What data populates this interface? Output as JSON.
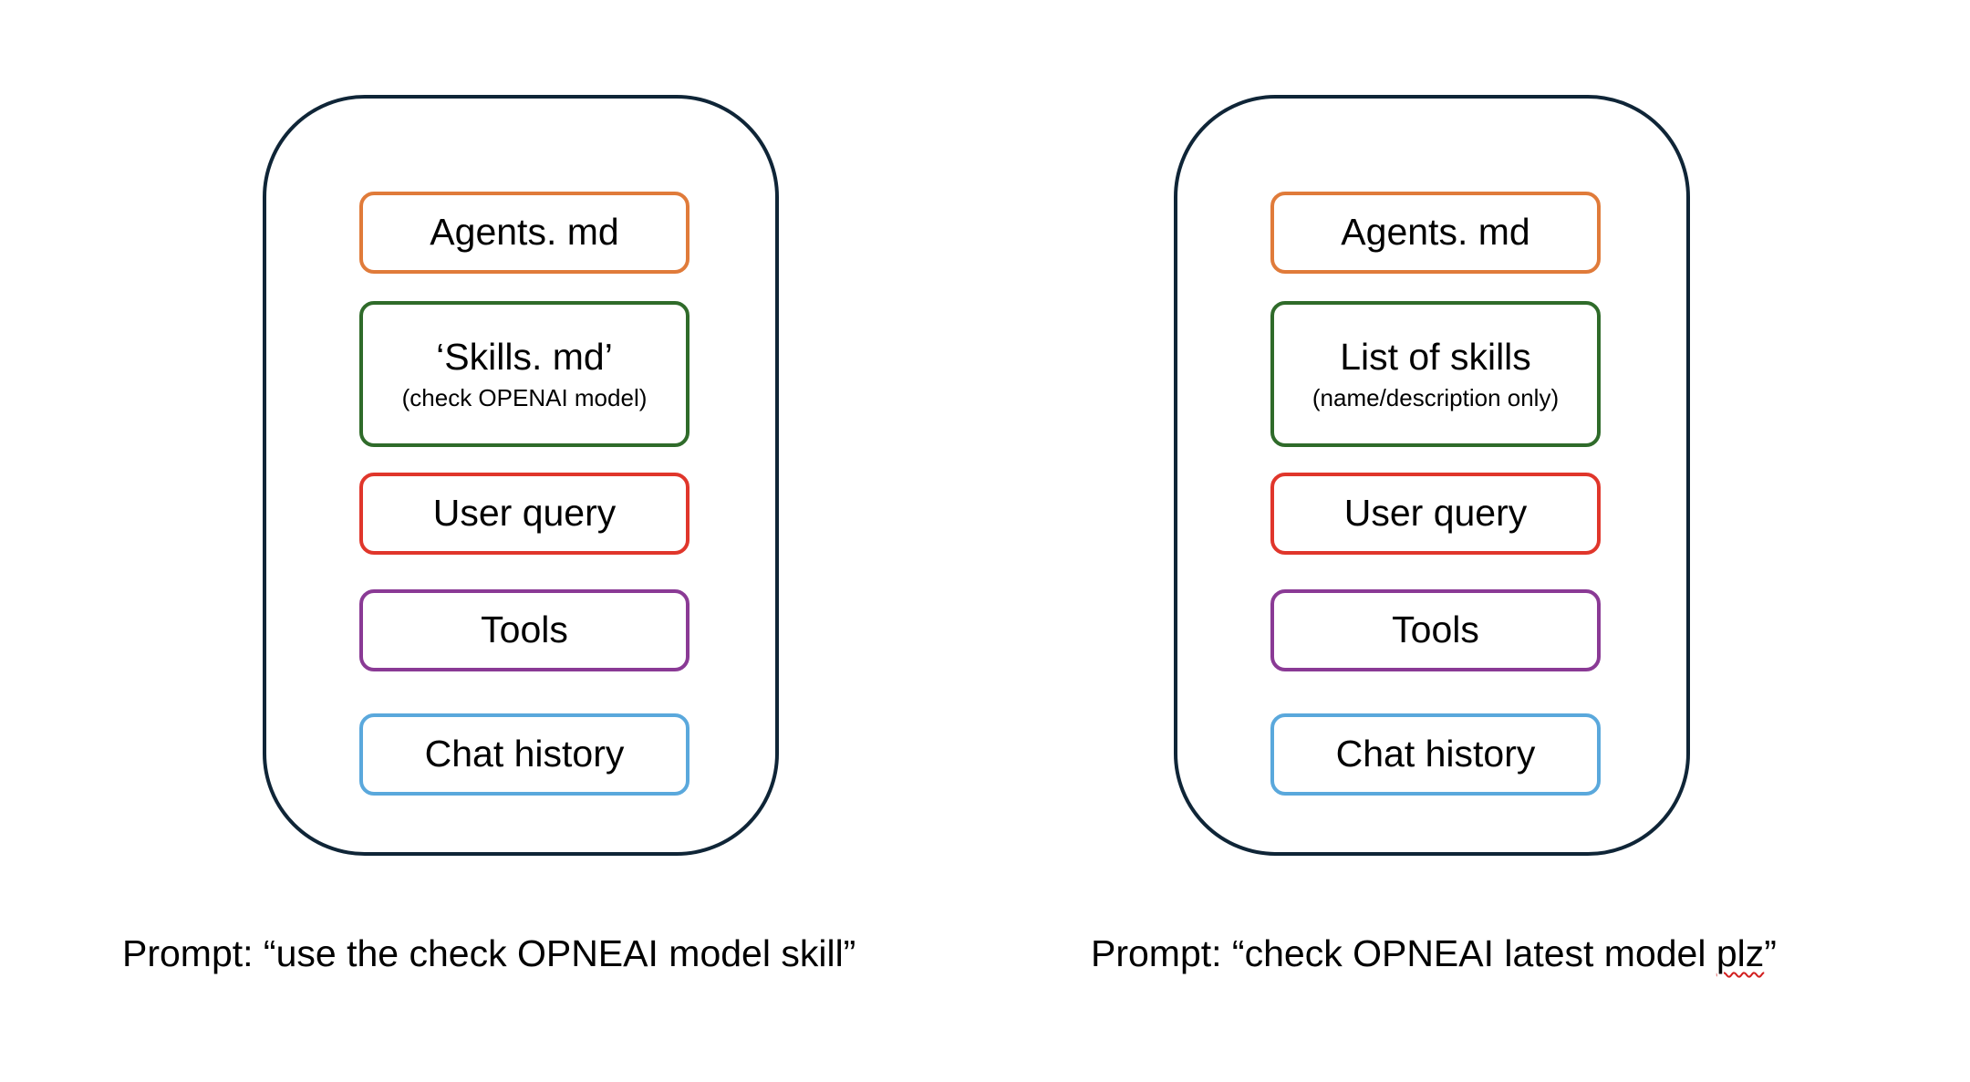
{
  "colors": {
    "panel_border": "#0f2537",
    "agents": "#e07b3a",
    "skills": "#2f6b2a",
    "query": "#e0362b",
    "tools": "#8a3a95",
    "history": "#5aa8dc",
    "spellcheck": "#d21f1f"
  },
  "left": {
    "agents": "Agents. md",
    "skills_title": "‘Skills. md’",
    "skills_sub": "(check OPENAI model)",
    "query": "User query",
    "tools": "Tools",
    "history": "Chat history",
    "caption": "Prompt: “use the check OPNEAI model skill”"
  },
  "right": {
    "agents": "Agents. md",
    "skills_title": "List of skills",
    "skills_sub": "(name/description only)",
    "query": "User query",
    "tools": "Tools",
    "history": "Chat history",
    "caption_before": "Prompt: “check OPNEAI latest model ",
    "caption_flagged": "plz",
    "caption_after": "”"
  }
}
